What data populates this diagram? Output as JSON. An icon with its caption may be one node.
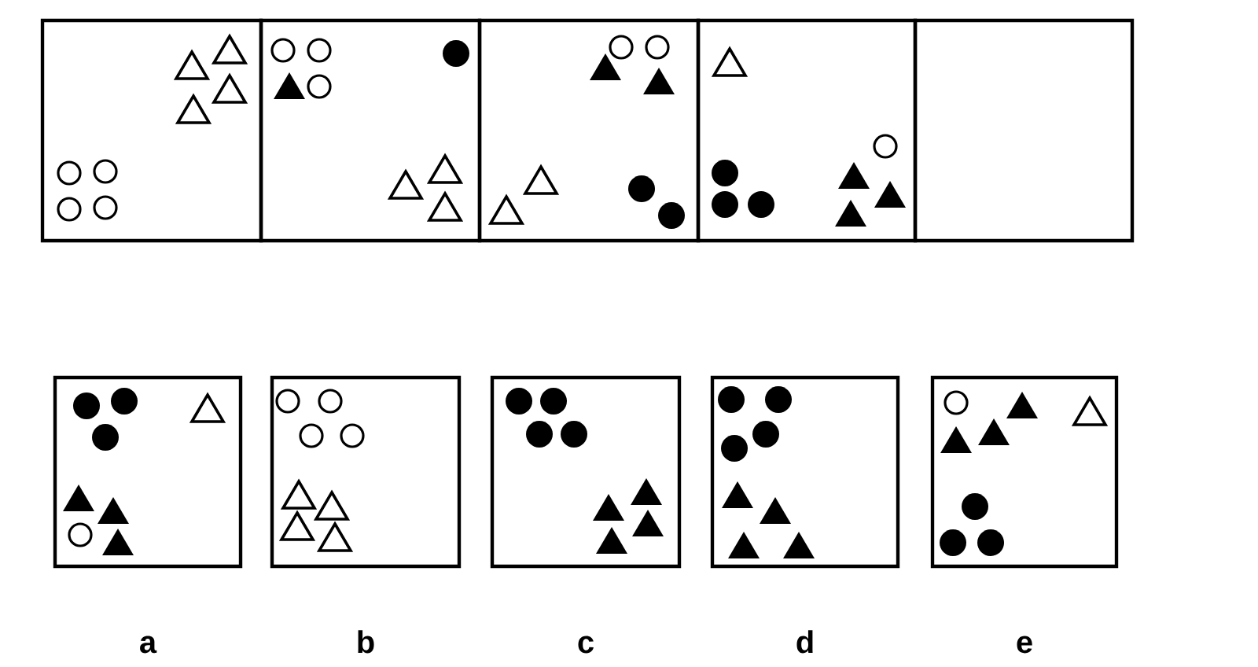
{
  "diagram": {
    "nodes": [
      {
        "text": [],
        "shape": "box"
      },
      {
        "text": [],
        "shape": "box"
      },
      {
        "text": [],
        "shape": "box"
      },
      {
        "text": [],
        "shape": "box"
      },
      {
        "text": [],
        "shape": "box"
      },
      {
        "text": [],
        "shape": "box",
        "beside": [
          "a"
        ]
      },
      {
        "text": [],
        "shape": "box",
        "beside": [
          "b"
        ]
      },
      {
        "text": [],
        "shape": "box",
        "beside": [
          "c"
        ]
      },
      {
        "text": [],
        "shape": "box",
        "beside": [
          "d"
        ]
      },
      {
        "text": [],
        "shape": "box",
        "beside": [
          "e"
        ]
      }
    ],
    "edges": []
  }
}
